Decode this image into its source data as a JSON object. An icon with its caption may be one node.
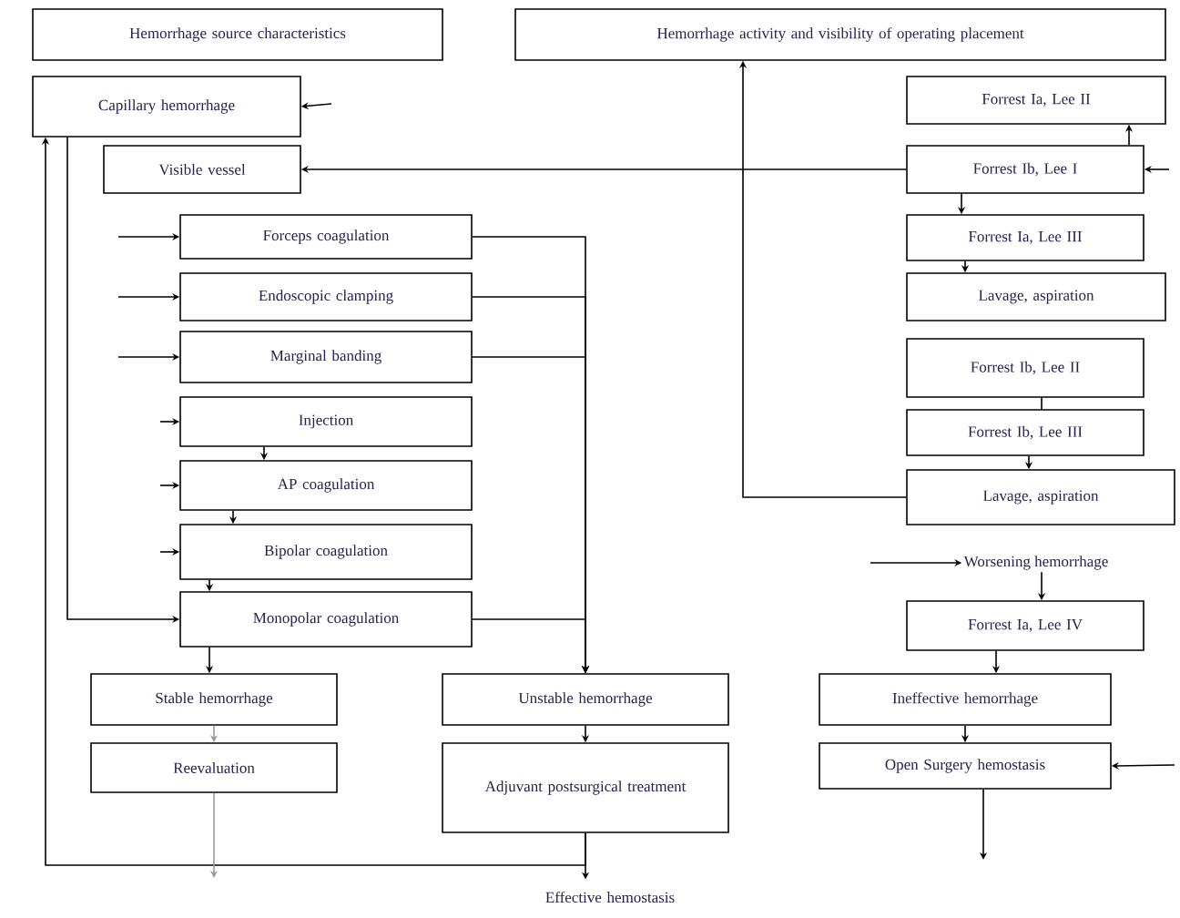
{
  "diagram": {
    "nodes": [
      {
        "text": [
          "Hemorrhage source characteristics"
        ]
      },
      {
        "text": [
          "Hemorrhage activity and visibility of operating placement"
        ]
      },
      {
        "text": [
          "Capillary hemorrhage"
        ]
      },
      {
        "text": [
          "Visible vessel"
        ]
      },
      {
        "text": [
          "Forceps coagulation"
        ]
      },
      {
        "text": [
          "Endoscopic clamping"
        ]
      },
      {
        "text": [
          "Marginal banding"
        ]
      },
      {
        "text": [
          "Injection"
        ]
      },
      {
        "text": [
          "AP coagulation"
        ]
      },
      {
        "text": [
          "Bipolar coagulation"
        ]
      },
      {
        "text": [
          "Monopolar coagulation"
        ]
      },
      {
        "text": [
          "Stable hemorrhage"
        ]
      },
      {
        "text": [
          "Reevaluation"
        ]
      },
      {
        "text": [
          "Unstable hemorrhage"
        ]
      },
      {
        "text": [
          "Adjuvant postsurgical treatment"
        ]
      },
      {
        "text": [
          "Effective hemostasis"
        ]
      },
      {
        "text": [
          "Forrest Ia, Lee II"
        ]
      },
      {
        "text": [
          "Forrest Ib, Lee I"
        ]
      },
      {
        "text": [
          "Forrest Ia, Lee III"
        ]
      },
      {
        "text": [
          "Lavage, aspiration"
        ]
      },
      {
        "text": [
          "Forrest Ib, Lee II"
        ]
      },
      {
        "text": [
          "Forrest Ib, Lee III"
        ]
      },
      {
        "text": [
          "Lavage, aspiration"
        ]
      },
      {
        "text": [
          "Worsening hemorrhage"
        ]
      },
      {
        "text": [
          "Forrest Ia, Lee IV"
        ]
      },
      {
        "text": [
          "Ineffective hemorrhage"
        ]
      },
      {
        "text": [
          "Open Surgery hemostasis"
        ]
      }
    ],
    "edges": [
      {
        "from": 17,
        "to": 3,
        "arrow": "to"
      },
      {
        "from": 22,
        "to": 1,
        "arrow": "to"
      },
      {
        "from": null,
        "to": 2,
        "arrow": "to"
      },
      {
        "from": 14,
        "to": 2,
        "arrow": "to"
      },
      {
        "from": 14,
        "to": 15,
        "arrow": "to"
      },
      {
        "from": 12,
        "to": null,
        "arrow": "to",
        "color": "#999999"
      },
      {
        "from": 2,
        "to": 10,
        "arrow": "to"
      },
      {
        "from": null,
        "to": 4,
        "arrow": "to"
      },
      {
        "from": null,
        "to": 5,
        "arrow": "to"
      },
      {
        "from": null,
        "to": 6,
        "arrow": "to"
      },
      {
        "from": null,
        "to": 7,
        "arrow": "to"
      },
      {
        "from": null,
        "to": 8,
        "arrow": "to"
      },
      {
        "from": null,
        "to": 9,
        "arrow": "to"
      },
      {
        "from": 7,
        "to": 8,
        "arrow": "to"
      },
      {
        "from": 8,
        "to": 9,
        "arrow": "to"
      },
      {
        "from": 9,
        "to": 10,
        "arrow": "to"
      },
      {
        "from": 4,
        "to": 13,
        "arrow": "to"
      },
      {
        "from": 5,
        "to": 13,
        "arrow": "to"
      },
      {
        "from": 6,
        "to": 13,
        "arrow": "to"
      },
      {
        "from": 10,
        "to": 13,
        "arrow": "to"
      },
      {
        "from": 10,
        "to": 11,
        "arrow": "to"
      },
      {
        "from": 11,
        "to": 12,
        "arrow": "to",
        "color": "#999999"
      },
      {
        "from": 13,
        "to": 14,
        "arrow": "to"
      },
      {
        "from": 17,
        "to": 16,
        "arrow": "to"
      },
      {
        "from": null,
        "to": 17,
        "arrow": "to"
      },
      {
        "from": 17,
        "to": 18,
        "arrow": "to"
      },
      {
        "from": 18,
        "to": 19,
        "arrow": "to"
      },
      {
        "from": 20,
        "to": 21,
        "arrow": "none"
      },
      {
        "from": 21,
        "to": 22,
        "arrow": "to"
      },
      {
        "from": null,
        "to": 23,
        "arrow": "to"
      },
      {
        "from": 23,
        "to": 24,
        "arrow": "to"
      },
      {
        "from": 24,
        "to": 25,
        "arrow": "to"
      },
      {
        "from": 25,
        "to": 26,
        "arrow": "to"
      },
      {
        "from": null,
        "to": 26,
        "arrow": "to"
      },
      {
        "from": 26,
        "to": null,
        "arrow": "to"
      }
    ]
  }
}
